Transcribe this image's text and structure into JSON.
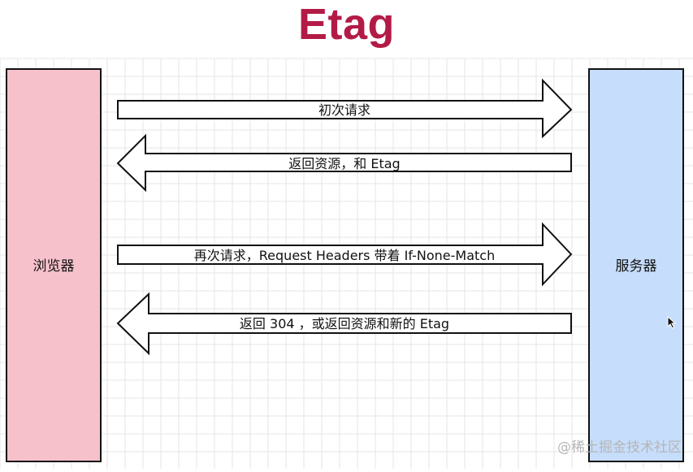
{
  "title": "Etag",
  "browser_label": "浏览器",
  "server_label": "服务器",
  "arrows": [
    {
      "label": "初次请求",
      "direction": "right"
    },
    {
      "label": "返回资源，和 Etag",
      "direction": "left"
    },
    {
      "label": "再次请求，Request Headers 带着 If-None-Match",
      "direction": "right"
    },
    {
      "label": "返回 304 ，或返回资源和新的 Etag",
      "direction": "left"
    }
  ],
  "watermark": "@稀土掘金技术社区",
  "colors": {
    "title": "#b31b47",
    "browser_fill": "#f7c1cb",
    "server_fill": "#c6ddfb",
    "grid": "#e6e6e6"
  }
}
